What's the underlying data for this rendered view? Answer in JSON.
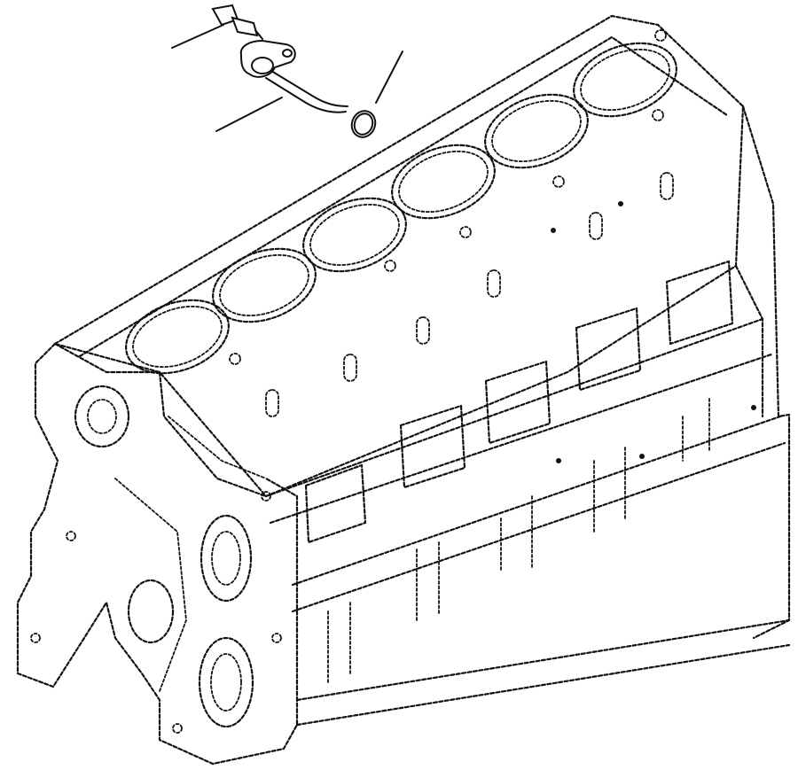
{
  "diagram": {
    "parts": [
      {
        "name": "temperature-sensor-connector",
        "leader": true
      },
      {
        "name": "temperature-sensor-flange",
        "leader": true
      },
      {
        "name": "o-ring",
        "leader": true
      }
    ],
    "cylinders": 6
  }
}
